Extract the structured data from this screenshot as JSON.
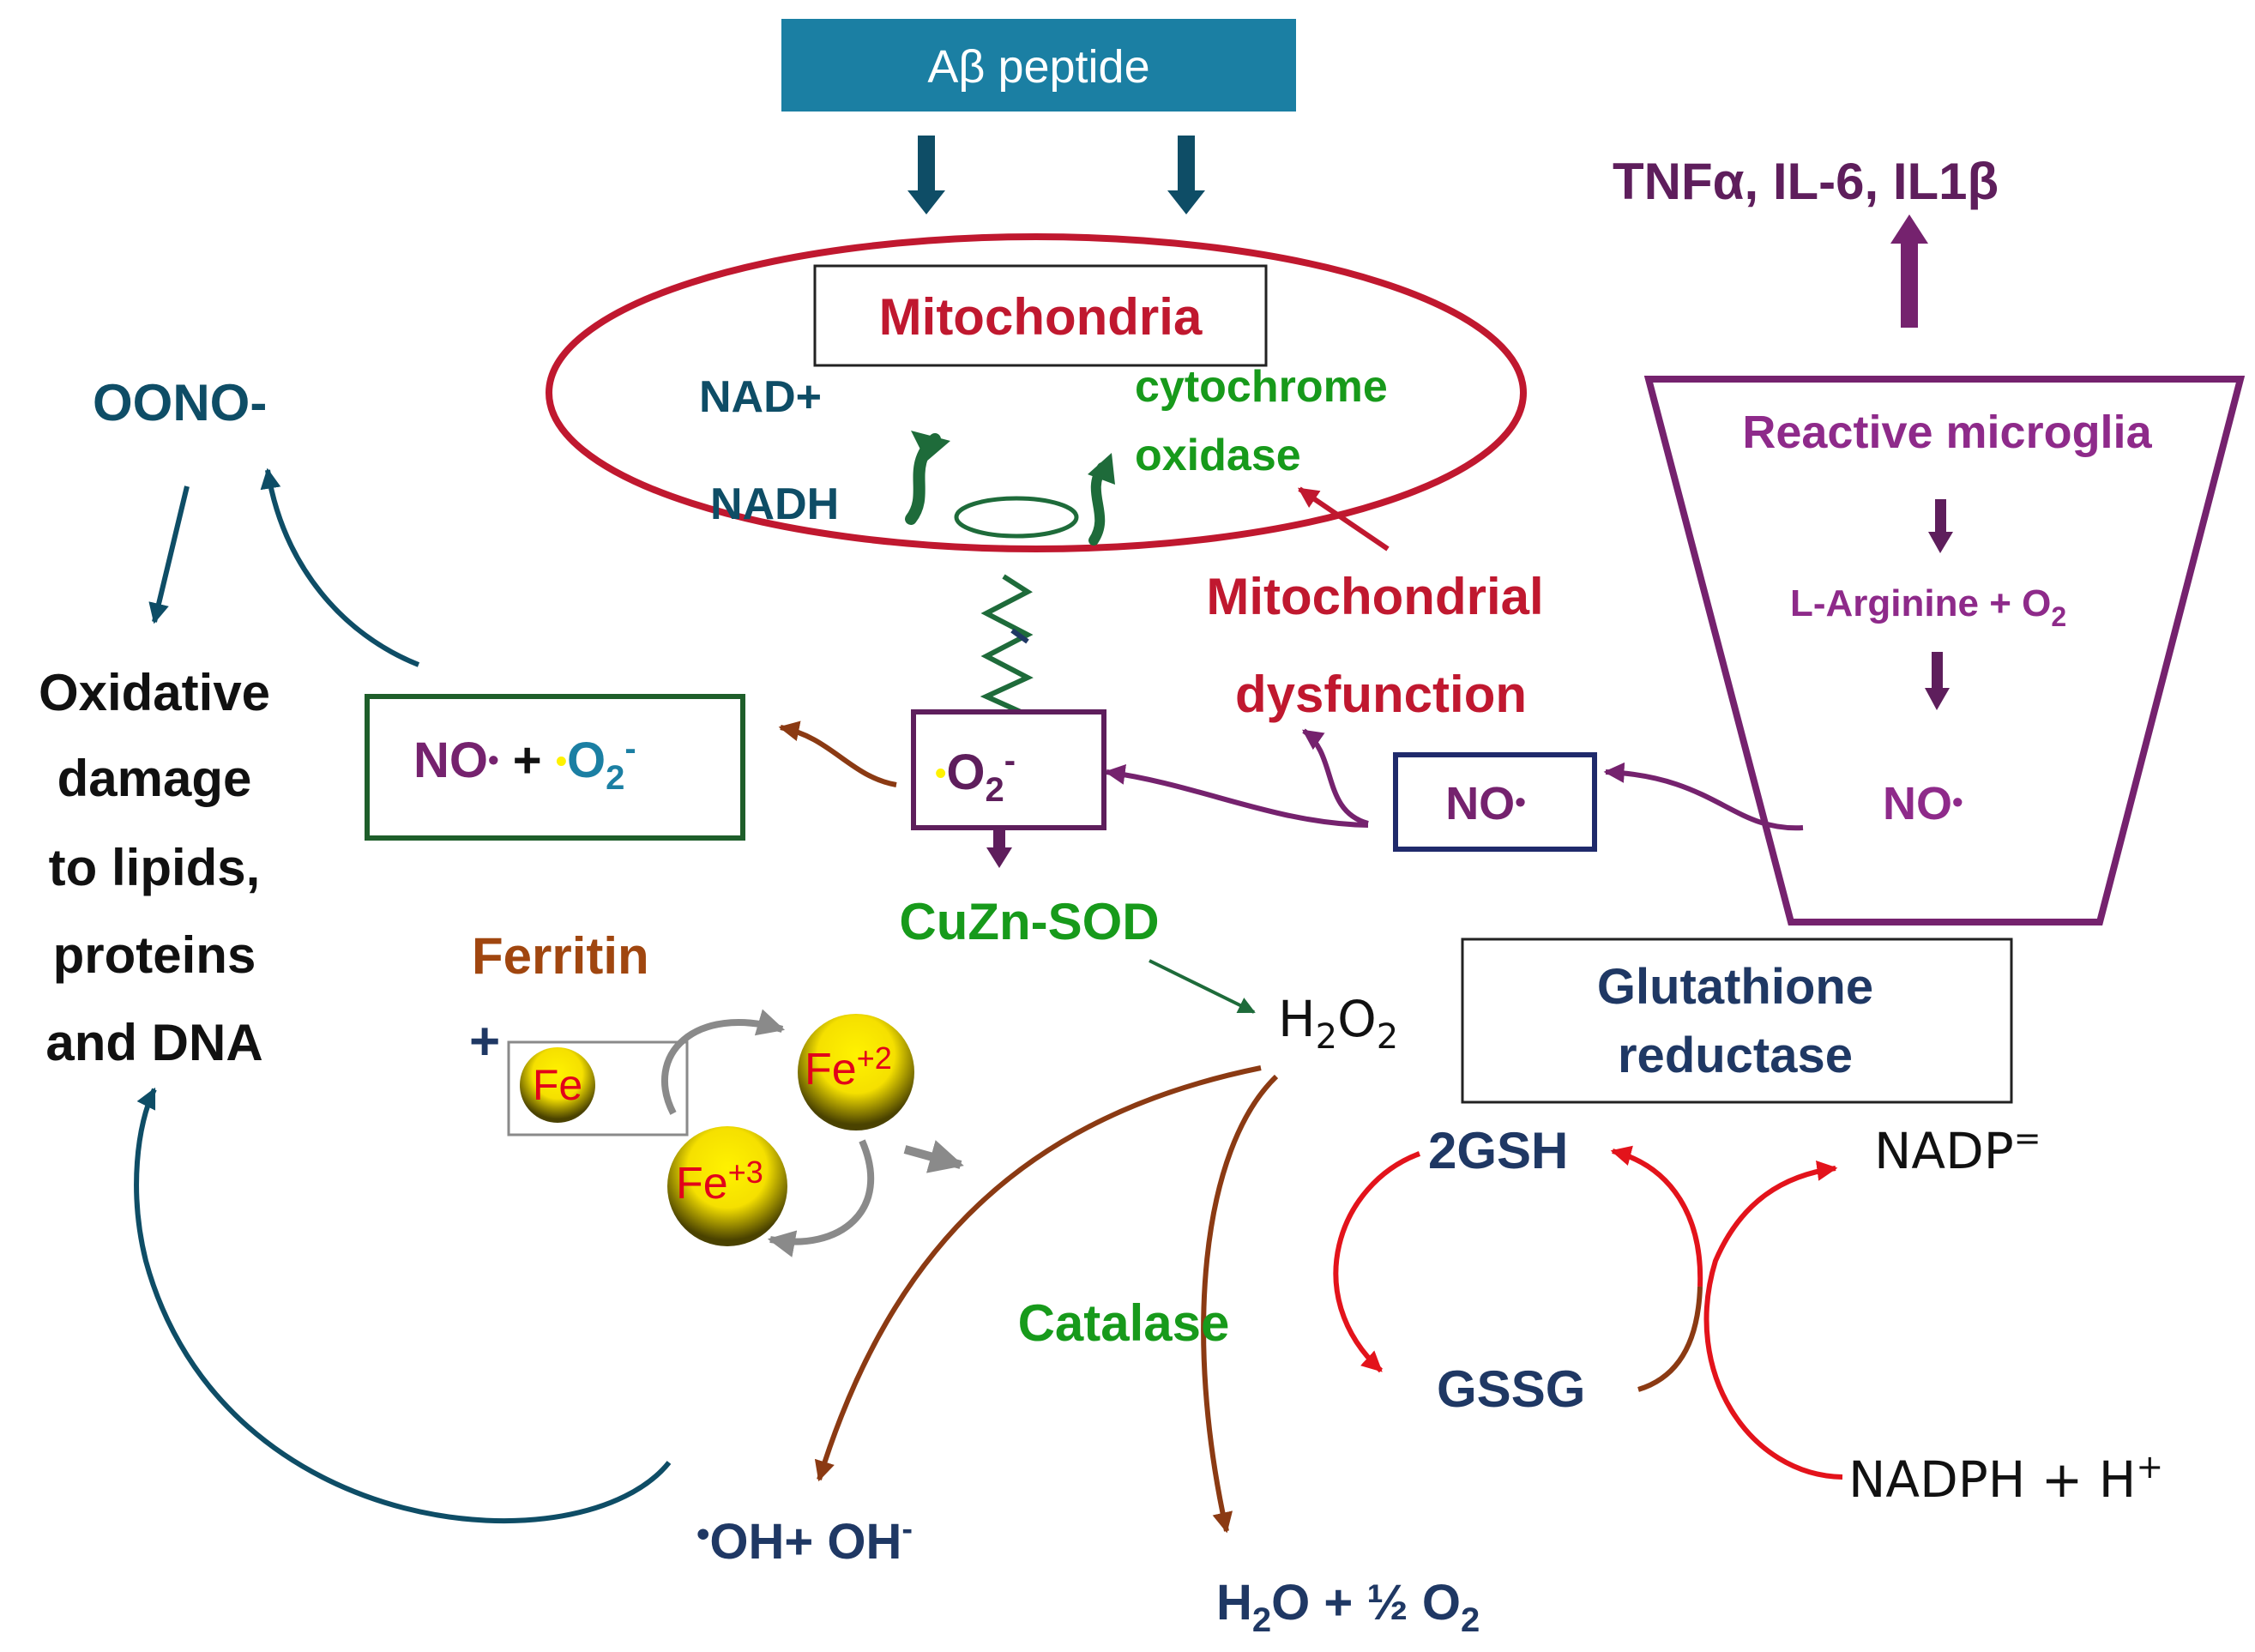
{
  "colors": {
    "teal_box": "#1B7FA3",
    "dark_teal": "#0E4D66",
    "dark_navy": "#1F3864",
    "mito_red": "#C0182F",
    "green": "#179A1B",
    "dark_green": "#1E6B3A",
    "purple": "#75226E",
    "magenta_purple": "#8E2A8A",
    "brown": "#8B3A13",
    "ferritin_brown": "#A0460F",
    "red_arrow": "#E3131B",
    "grey_arrow": "#8A8A8A",
    "black": "#111111",
    "ion_yellow": "#FFF200",
    "ion_text": "#E2001A"
  },
  "header": {
    "label": "Aβ peptide"
  },
  "mitochondria": {
    "title": "Mitochondria",
    "nad_plus": "NAD+",
    "nadh": "NADH",
    "cyt_line1": "cytochrome",
    "cyt_line2": "oxidase"
  },
  "dysfunction": {
    "line1": "Mitochondrial",
    "line2": "dysfunction"
  },
  "cytokines": {
    "label": "TNFα,  IL-6, IL1β"
  },
  "microglia": {
    "title": "Reactive microglia",
    "larg_text": "L-Arginine + O",
    "larg_sub": "2",
    "no_text": "NO",
    "no_dot": "•"
  },
  "no_box": {
    "text": "NO",
    "dot": "•"
  },
  "superoxide": {
    "dot": "•",
    "o": "O",
    "sub": "2",
    "sup": "-"
  },
  "combo": {
    "no": "NO",
    "no_dot": "•",
    "plus": " + ",
    "o2_dot": "•",
    "o": "O",
    "sub": "2",
    "sup": "-"
  },
  "oono": {
    "label": "OONO-"
  },
  "damage": {
    "lines": [
      "Oxidative",
      "damage",
      "to lipids,",
      "proteins",
      "and DNA"
    ]
  },
  "sod": {
    "label": "CuZn-SOD"
  },
  "h2o2": {
    "h": "H",
    "sub1": "2",
    "o": "O",
    "sub2": "2"
  },
  "ferritin": {
    "label": "Ferritin",
    "plus": "+",
    "fe": "Fe",
    "fe2": "Fe",
    "fe2_sup": "+2",
    "fe3": "Fe",
    "fe3_sup": "+3"
  },
  "catalase": {
    "label": "Catalase"
  },
  "hydroxyl": {
    "dot": "•",
    "text": "OH+  OH",
    "sup": "-"
  },
  "water": {
    "h": "H",
    "sub1": "2",
    "o": "O + ½ O",
    "sub2": "2"
  },
  "gr": {
    "line1": "Glutathione",
    "line2": "reductase"
  },
  "gsh": {
    "label": "2GSH"
  },
  "gssg": {
    "label": "GSSG"
  },
  "nadp": {
    "text": "NADP",
    "sup": "="
  },
  "nadph": {
    "text": "NADPH + H",
    "sup": "+"
  }
}
